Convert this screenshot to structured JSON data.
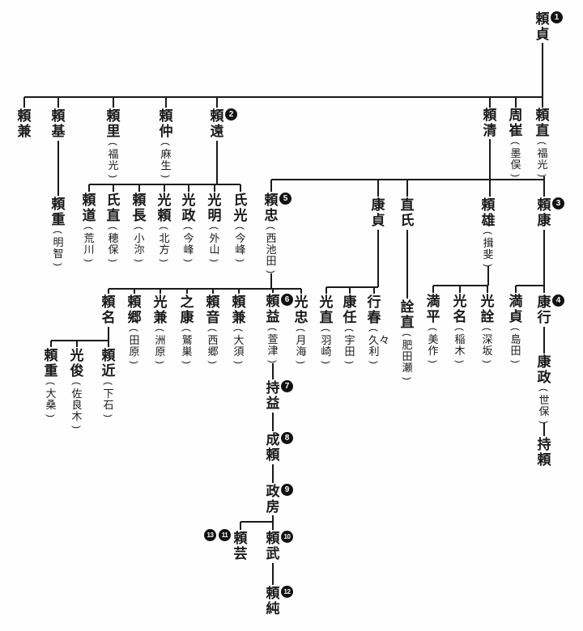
{
  "page": {
    "background": "#fefefe",
    "line_color": "#1a1a1a"
  },
  "tree": {
    "type": "family-tree",
    "badge_colors": {
      "bg": "#111111",
      "fg": "#ffffff"
    },
    "persons": [
      {
        "id": "p1",
        "name": "頼貞",
        "branch": null,
        "badges": [
          "1"
        ]
      },
      {
        "id": "p2",
        "name": "頼兼",
        "branch": null,
        "badges": []
      },
      {
        "id": "p3",
        "name": "頼基",
        "branch": null,
        "badges": []
      },
      {
        "id": "p4",
        "name": "頼里",
        "branch": "福光",
        "badges": []
      },
      {
        "id": "p5",
        "name": "頼仲",
        "branch": "麻生",
        "badges": []
      },
      {
        "id": "p6",
        "name": "頼遠",
        "branch": null,
        "badges": [
          "2"
        ]
      },
      {
        "id": "p7",
        "name": "頼清",
        "branch": null,
        "badges": []
      },
      {
        "id": "p8",
        "name": "周崔",
        "branch": "墨俣",
        "badges": []
      },
      {
        "id": "p9",
        "name": "頼直",
        "branch": "福光",
        "badges": []
      },
      {
        "id": "p10",
        "name": "頼重",
        "branch": "明智",
        "badges": []
      },
      {
        "id": "p11",
        "name": "頼道",
        "branch": "荒川",
        "badges": []
      },
      {
        "id": "p12",
        "name": "氏直",
        "branch": "穂保",
        "badges": []
      },
      {
        "id": "p13",
        "name": "頼長",
        "branch": "小沵",
        "badges": []
      },
      {
        "id": "p14",
        "name": "光頼",
        "branch": "北方",
        "badges": []
      },
      {
        "id": "p15",
        "name": "光政",
        "branch": "今峰",
        "badges": []
      },
      {
        "id": "p16",
        "name": "光明",
        "branch": "外山",
        "badges": []
      },
      {
        "id": "p17",
        "name": "氏光",
        "branch": "今峰",
        "badges": []
      },
      {
        "id": "p18",
        "name": "頼忠",
        "branch": "西池田",
        "badges": [
          "5"
        ]
      },
      {
        "id": "p19",
        "name": "康貞",
        "branch": null,
        "badges": []
      },
      {
        "id": "p20",
        "name": "直氏",
        "branch": null,
        "badges": []
      },
      {
        "id": "p21",
        "name": "頼雄",
        "branch": "揖斐",
        "badges": []
      },
      {
        "id": "p22",
        "name": "頼康",
        "branch": null,
        "badges": [
          "3"
        ]
      },
      {
        "id": "p23",
        "name": "頼名",
        "branch": null,
        "badges": []
      },
      {
        "id": "p24",
        "name": "頼郷",
        "branch": "田原",
        "badges": []
      },
      {
        "id": "p25",
        "name": "光兼",
        "branch": "洲原",
        "badges": []
      },
      {
        "id": "p26",
        "name": "之康",
        "branch": "鷲巣",
        "badges": []
      },
      {
        "id": "p27",
        "name": "頼音",
        "branch": "西郷",
        "badges": []
      },
      {
        "id": "p28",
        "name": "頼兼",
        "branch": "大須",
        "badges": []
      },
      {
        "id": "p29",
        "name": "頼益",
        "branch": "萱津",
        "badges": [
          "6"
        ]
      },
      {
        "id": "p30",
        "name": "光忠",
        "branch": "月海",
        "badges": []
      },
      {
        "id": "p31",
        "name": "光直",
        "branch": "羽崎",
        "badges": []
      },
      {
        "id": "p32",
        "name": "康任",
        "branch": "宇田",
        "badges": []
      },
      {
        "id": "p33",
        "name": "行春",
        "branch": "久々利",
        "badges": []
      },
      {
        "id": "p34",
        "name": "詮直",
        "branch": "肥田瀬",
        "badges": []
      },
      {
        "id": "p35",
        "name": "満平",
        "branch": "美作",
        "badges": []
      },
      {
        "id": "p36",
        "name": "光名",
        "branch": "稲木",
        "badges": []
      },
      {
        "id": "p37",
        "name": "光詮",
        "branch": "深坂",
        "badges": []
      },
      {
        "id": "p38",
        "name": "満貞",
        "branch": "島田",
        "badges": []
      },
      {
        "id": "p39",
        "name": "康行",
        "branch": null,
        "badges": [
          "4"
        ]
      },
      {
        "id": "p40",
        "name": "康政",
        "branch": "世保",
        "badges": []
      },
      {
        "id": "p41",
        "name": "持頼",
        "branch": null,
        "badges": []
      },
      {
        "id": "p42",
        "name": "頼重",
        "branch": "大桑",
        "badges": []
      },
      {
        "id": "p43",
        "name": "光俊",
        "branch": "佐良木",
        "badges": []
      },
      {
        "id": "p44",
        "name": "頼近",
        "branch": "下石",
        "badges": []
      },
      {
        "id": "p45",
        "name": "持益",
        "branch": null,
        "badges": [
          "7"
        ]
      },
      {
        "id": "p46",
        "name": "成頼",
        "branch": null,
        "badges": [
          "8"
        ]
      },
      {
        "id": "p47",
        "name": "政房",
        "branch": null,
        "badges": [
          "9"
        ]
      },
      {
        "id": "p48",
        "name": "頼芸",
        "branch": null,
        "badges": [
          "13",
          "11"
        ]
      },
      {
        "id": "p49",
        "name": "頼武",
        "branch": null,
        "badges": [
          "10"
        ]
      },
      {
        "id": "p50",
        "name": "頼純",
        "branch": null,
        "badges": [
          "12"
        ]
      }
    ],
    "relations": [
      {
        "parents": [
          "p1"
        ],
        "children": [
          "p2",
          "p3",
          "p4",
          "p5",
          "p6",
          "p7",
          "p8",
          "p9"
        ]
      },
      {
        "parents": [
          "p3"
        ],
        "children": [
          "p10"
        ]
      },
      {
        "parents": [
          "p6"
        ],
        "children": [
          "p11",
          "p12",
          "p13",
          "p14",
          "p15",
          "p16",
          "p17"
        ]
      },
      {
        "parents": [
          "p7",
          "p9"
        ],
        "children": [
          "p18",
          "p19",
          "p20",
          "p21",
          "p22"
        ]
      },
      {
        "parents": [
          "p18"
        ],
        "children": [
          "p23",
          "p24",
          "p25",
          "p26",
          "p27",
          "p28",
          "p29",
          "p30"
        ]
      },
      {
        "parents": [
          "p19"
        ],
        "children": [
          "p31",
          "p32",
          "p33"
        ]
      },
      {
        "parents": [
          "p20"
        ],
        "children": [
          "p34"
        ]
      },
      {
        "parents": [
          "p21"
        ],
        "children": [
          "p35",
          "p36",
          "p37"
        ]
      },
      {
        "parents": [
          "p22"
        ],
        "children": [
          "p38",
          "p39"
        ]
      },
      {
        "parents": [
          "p23"
        ],
        "children": [
          "p42",
          "p43",
          "p44"
        ]
      },
      {
        "parents": [
          "p29"
        ],
        "children": [
          "p45"
        ]
      },
      {
        "parents": [
          "p45"
        ],
        "children": [
          "p46"
        ]
      },
      {
        "parents": [
          "p46"
        ],
        "children": [
          "p47"
        ]
      },
      {
        "parents": [
          "p47"
        ],
        "children": [
          "p48",
          "p49"
        ]
      },
      {
        "parents": [
          "p49"
        ],
        "children": [
          "p50"
        ]
      },
      {
        "parents": [
          "p39"
        ],
        "children": [
          "p40"
        ]
      },
      {
        "parents": [
          "p40"
        ],
        "children": [
          "p41"
        ]
      }
    ]
  }
}
